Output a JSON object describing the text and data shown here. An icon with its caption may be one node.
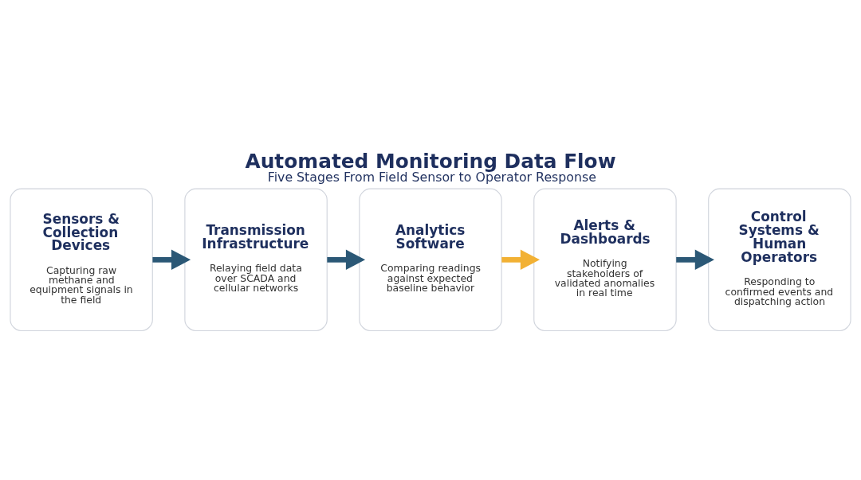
{
  "diagram": {
    "title": "Automated Monitoring Data Flow",
    "caption": "Five Stages From Field Sensor to Operator Response",
    "nodes": [
      {
        "text": [
          "Sensors & Collection Devices",
          "Capturing raw methane and equipment signals in the field"
        ]
      },
      {
        "text": [
          "Transmission Infrastructure",
          "Relaying field data over SCADA and cellular networks"
        ]
      },
      {
        "text": [
          "Analytics Software",
          "Comparing readings against expected baseline behavior"
        ]
      },
      {
        "text": [
          "Alerts & Dashboards",
          "Notifying stakeholders of validated anomalies in real time"
        ]
      },
      {
        "text": [
          "Control Systems & Human Operators",
          "Responding to confirmed events and dispatching action"
        ]
      }
    ],
    "edges": [
      {
        "from": 0,
        "to": 1,
        "arrow": "to"
      },
      {
        "from": 1,
        "to": 2,
        "arrow": "to"
      },
      {
        "from": 2,
        "to": 3,
        "arrow": "to",
        "color": "#f2b134"
      },
      {
        "from": 3,
        "to": 4,
        "arrow": "to"
      }
    ]
  }
}
